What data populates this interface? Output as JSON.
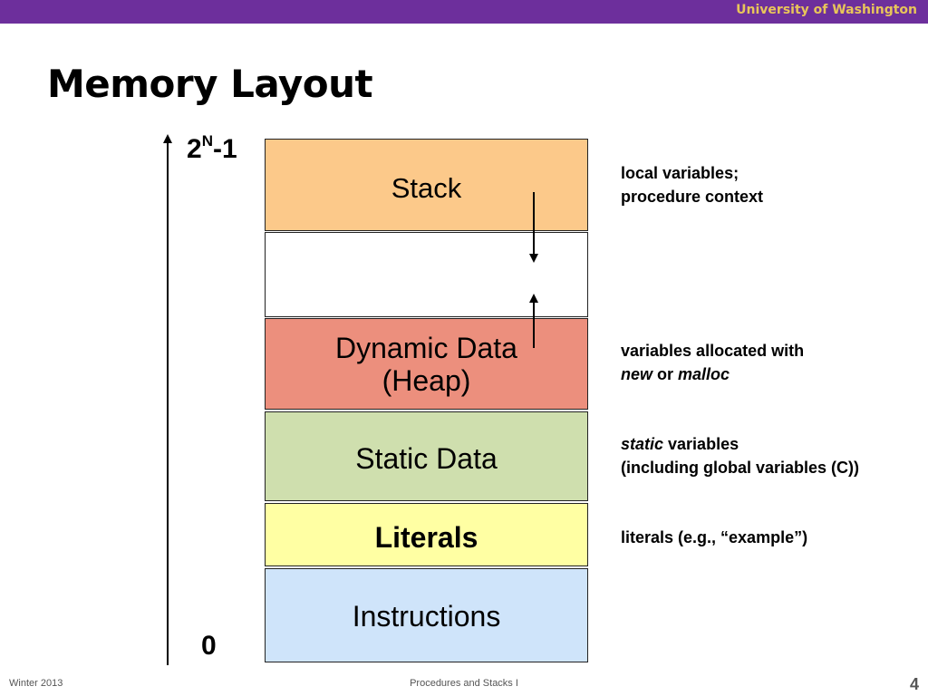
{
  "header": {
    "org": "University of Washington"
  },
  "title": "Memory Layout",
  "axis": {
    "top_base": "2",
    "top_sup": "N",
    "top_suffix": "-1",
    "bottom": "0"
  },
  "segments": {
    "stack": "Stack",
    "heap_line1": "Dynamic Data",
    "heap_line2": "(Heap)",
    "static": "Static Data",
    "literals": "Literals",
    "instructions": "Instructions"
  },
  "descriptions": {
    "stack_l1": "local variables;",
    "stack_l2": "procedure context",
    "heap_l1": "variables allocated with",
    "heap_l2a": "new",
    "heap_l2b": " or ",
    "heap_l2c": "malloc",
    "static_l1a": "static",
    "static_l1b": " variables",
    "static_l2": "(including global variables (C))",
    "literals": "literals (e.g., “example”)"
  },
  "footer": {
    "left": "Winter 2013",
    "center": "Procedures and Stacks I",
    "page": "4"
  },
  "colors": {
    "topbar": "#6d2f9c",
    "org_text": "#e8c55a",
    "stack": "#fcc98a",
    "heap": "#ec8f7d",
    "static": "#cfdfae",
    "literals": "#ffffa3",
    "instructions": "#cfe4fa"
  }
}
